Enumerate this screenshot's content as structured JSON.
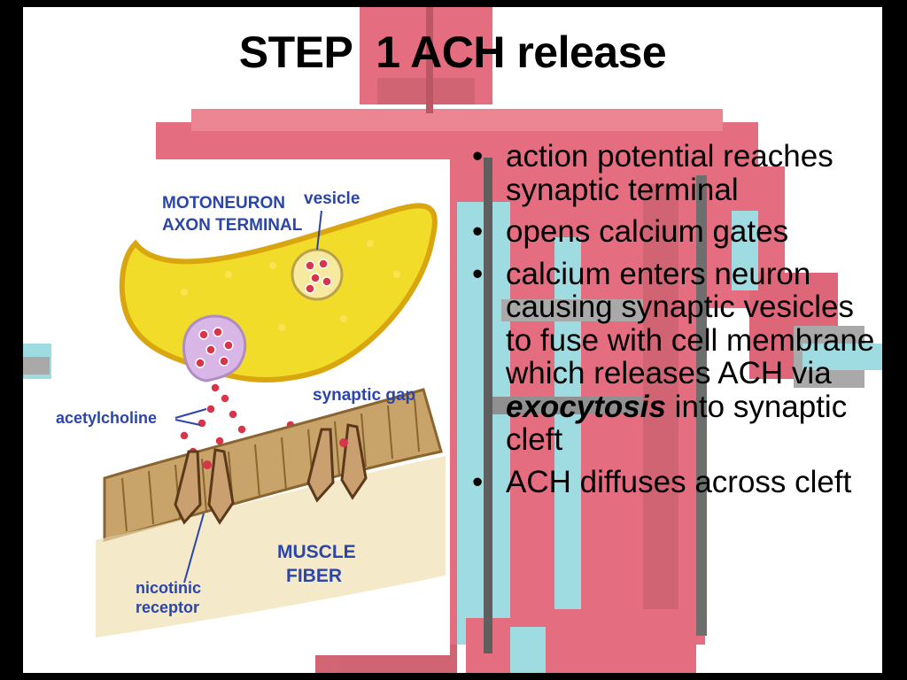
{
  "slide": {
    "title": "STEP  1 ACH release",
    "bullets": [
      {
        "text": "action potential reaches synaptic terminal"
      },
      {
        "text": "opens calcium gates"
      },
      {
        "before": "calcium enters neuron causing synaptic vesicles to fuse with cell membrane which releases ACH via ",
        "emphasis": "exocytosis",
        "after": " into synaptic cleft"
      },
      {
        "text": "ACH diffuses across cleft"
      }
    ]
  },
  "diagram": {
    "labels": {
      "axon_line1": "MOTONEURON",
      "axon_line2": "AXON TERMINAL",
      "vesicle": "vesicle",
      "synaptic_gap": "synaptic gap",
      "acetylcholine": "acetylcholine",
      "muscle_line1": "MUSCLE",
      "muscle_line2": "FIBER",
      "receptor_line1": "nicotinic",
      "receptor_line2": "receptor"
    }
  },
  "colors": {
    "label_blue": "#2b45a8",
    "terminal_yellow": "#f2dc2a",
    "muscle_tan": "#c9a46a",
    "background_red": "#e0556a",
    "background_cyan": "#8fd6dd"
  }
}
